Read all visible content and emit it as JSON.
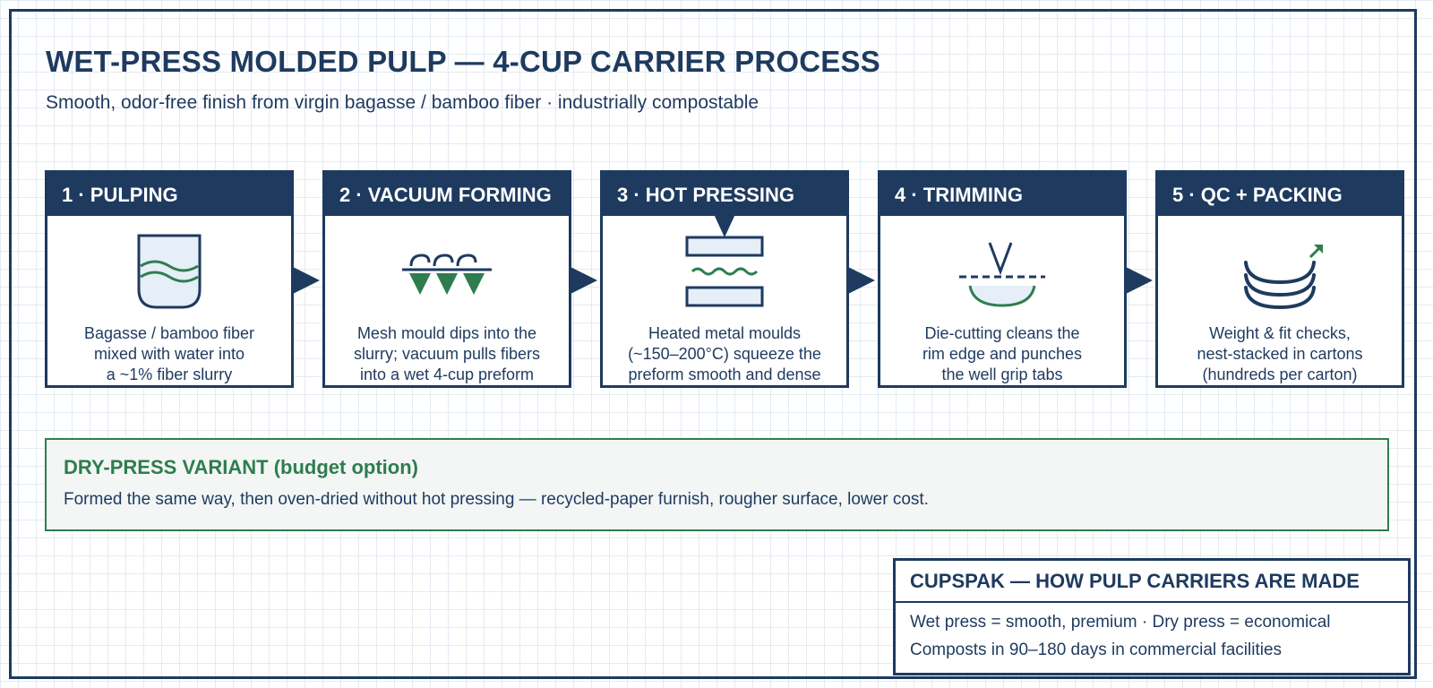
{
  "header": {
    "title": "WET-PRESS MOLDED PULP — 4-CUP CARRIER PROCESS",
    "subtitle": "Smooth, odor-free finish from virgin bagasse / bamboo fiber · industrially compostable"
  },
  "steps": [
    {
      "label": "1 · PULPING",
      "icon": "pulp-vat-icon",
      "desc": [
        "Bagasse / bamboo fiber",
        "mixed with water into",
        "a ~1% fiber slurry"
      ]
    },
    {
      "label": "2 · VACUUM FORMING",
      "icon": "mesh-mould-icon",
      "desc": [
        "Mesh mould dips into the",
        "slurry; vacuum pulls fibers",
        "into a wet 4-cup preform"
      ]
    },
    {
      "label": "3 · HOT PRESSING",
      "icon": "heated-press-icon",
      "desc": [
        "Heated metal moulds",
        "(~150–200°C) squeeze the",
        "preform smooth and dense"
      ]
    },
    {
      "label": "4 · TRIMMING",
      "icon": "die-cutter-icon",
      "desc": [
        "Die-cutting cleans the",
        "rim edge and punches",
        "the well grip tabs"
      ]
    },
    {
      "label": "5 · QC + PACKING",
      "icon": "stacked-carriers-icon",
      "desc": [
        "Weight & fit checks,",
        "nest-stacked in cartons",
        "(hundreds per carton)"
      ]
    }
  ],
  "variant": {
    "title": "DRY-PRESS VARIANT (budget option)",
    "body": "Formed the same way, then oven-dried without hot pressing — recycled-paper furnish, rougher surface, lower cost."
  },
  "info": {
    "title": "CUPSPAK — HOW PULP CARRIERS ARE MADE",
    "lines": [
      "Wet press = smooth, premium · Dry press = economical",
      "Composts in 90–180 days in commercial facilities"
    ]
  },
  "colors": {
    "navy": "#1e3a5f",
    "green": "#2e7d4f",
    "light_fill": "#e6eef7",
    "variant_bg": "#f3f6f5"
  }
}
